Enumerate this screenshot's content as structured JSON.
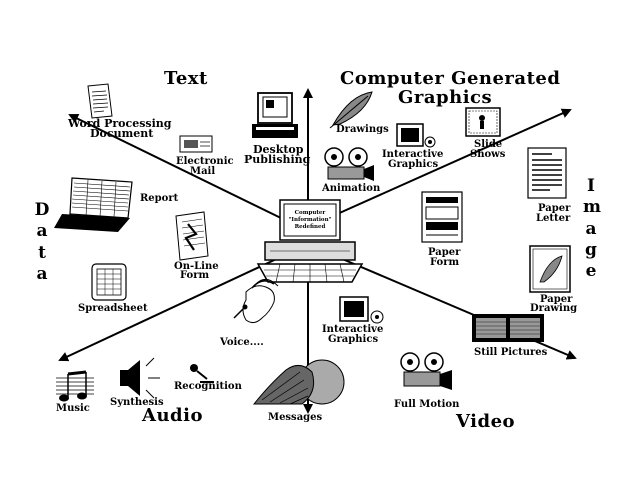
{
  "categories": {
    "text": "Text",
    "graphics_line1": "Computer Generated",
    "graphics_line2": "Graphics",
    "data": "Data",
    "image": "Image",
    "audio": "Audio",
    "video": "Video"
  },
  "center": {
    "line1": "Computer",
    "line2": "\"Information\"",
    "line3": "Redefined"
  },
  "items": {
    "word_processing_1": "Word Processing",
    "word_processing_2": "Document",
    "electronic_mail_1": "Electronic",
    "electronic_mail_2": "Mail",
    "desktop_publishing_1": "Desktop",
    "desktop_publishing_2": "Publishing",
    "drawings": "Drawings",
    "interactive_graphics_top_1": "Interactive",
    "interactive_graphics_top_2": "Graphics",
    "slide_shows_1": "Slide",
    "slide_shows_2": "Shows",
    "animation": "Animation",
    "report": "Report",
    "online_form_1": "On-Line",
    "online_form_2": "Form",
    "spreadsheet": "Spreadsheet",
    "paper_letter_1": "Paper",
    "paper_letter_2": "Letter",
    "paper_form_1": "Paper",
    "paper_form_2": "Form",
    "paper_drawing_1": "Paper",
    "paper_drawing_2": "Drawing",
    "voice": "Voice....",
    "interactive_graphics_mid_1": "Interactive",
    "interactive_graphics_mid_2": "Graphics",
    "still_pictures": "Still Pictures",
    "music": "Music",
    "synthesis": "Synthesis",
    "recognition": "Recognition",
    "messages": "Messages",
    "full_motion": "Full Motion"
  }
}
